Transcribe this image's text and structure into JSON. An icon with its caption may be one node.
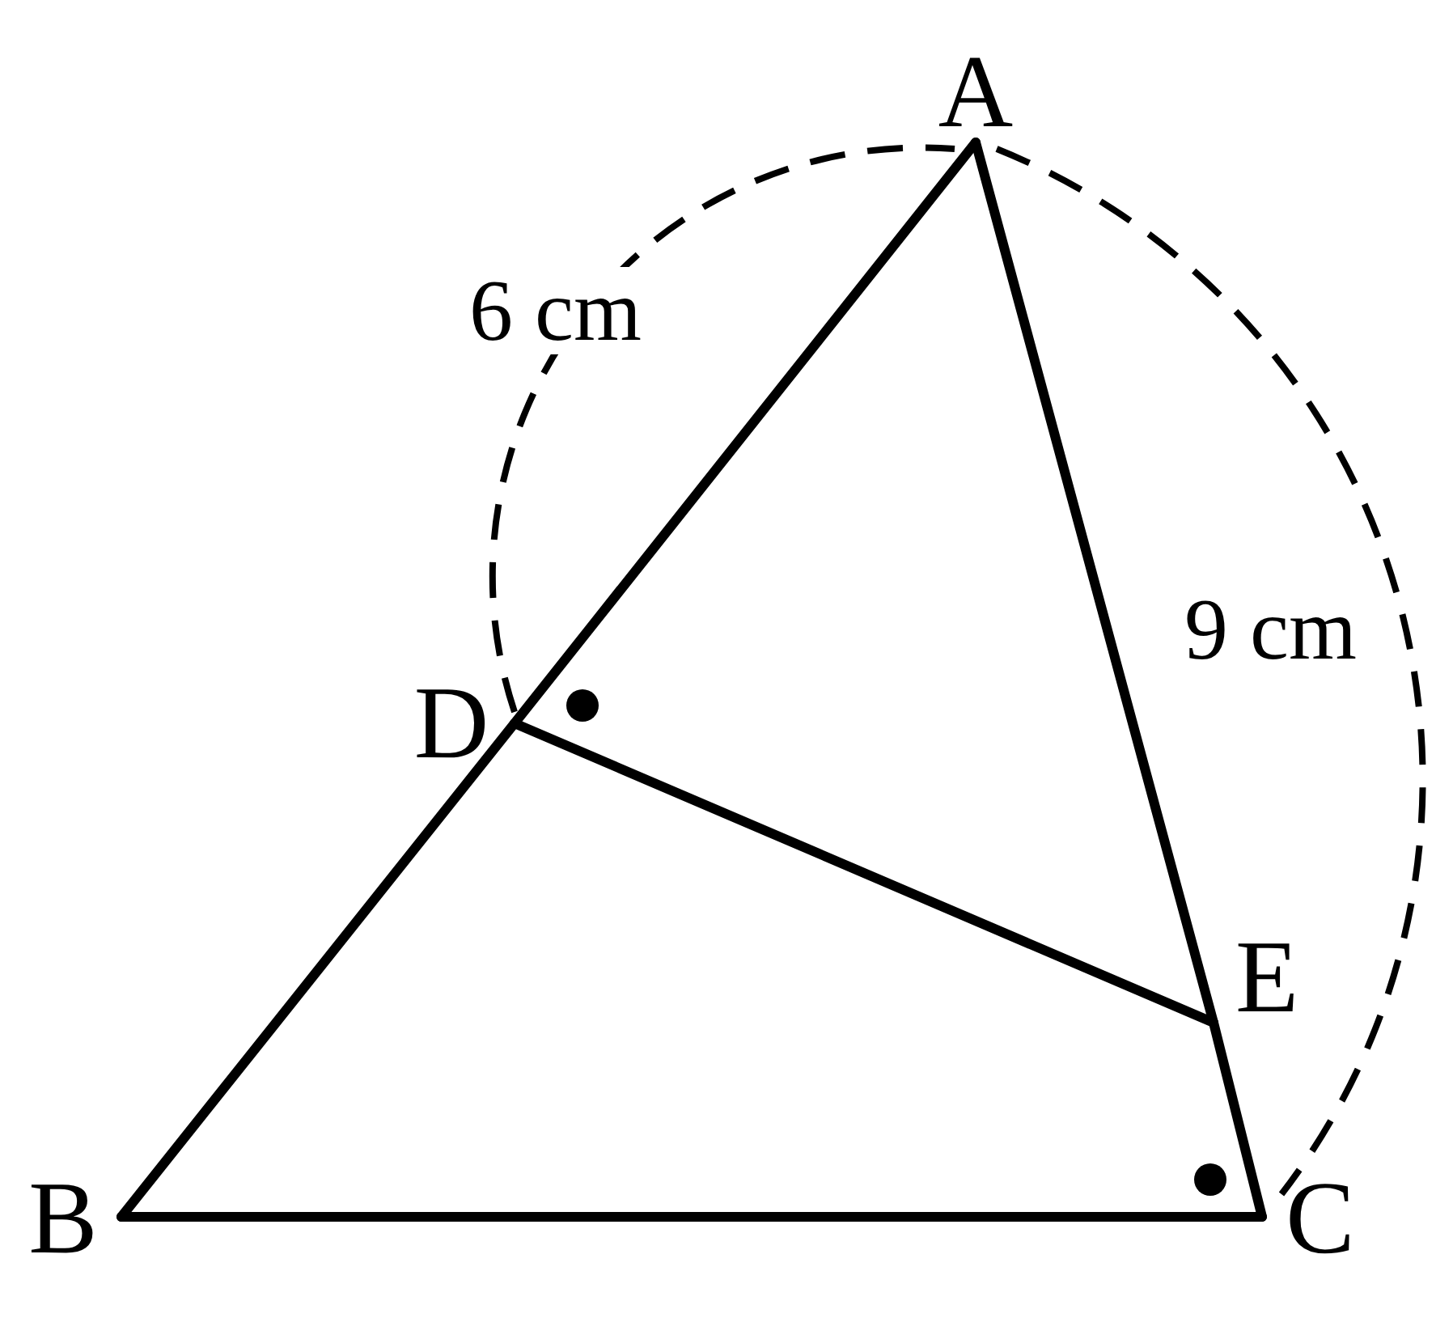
{
  "diagram": {
    "nodes": [
      {
        "text": [
          "A"
        ]
      },
      {
        "text": [
          "D"
        ]
      },
      {
        "text": [
          "E"
        ]
      },
      {
        "text": [
          "B"
        ]
      },
      {
        "text": [
          "C"
        ]
      }
    ],
    "edges": [
      {
        "from": 0,
        "to": 1,
        "arrow": "none"
      },
      {
        "from": 1,
        "to": 3,
        "arrow": "none"
      },
      {
        "from": 3,
        "to": 4,
        "arrow": "none"
      },
      {
        "from": 4,
        "to": 2,
        "arrow": "none"
      },
      {
        "from": 2,
        "to": 0,
        "arrow": "none"
      },
      {
        "from": 1,
        "to": 2,
        "arrow": "none"
      }
    ],
    "labels": [
      "6 cm",
      "9 cm"
    ]
  }
}
